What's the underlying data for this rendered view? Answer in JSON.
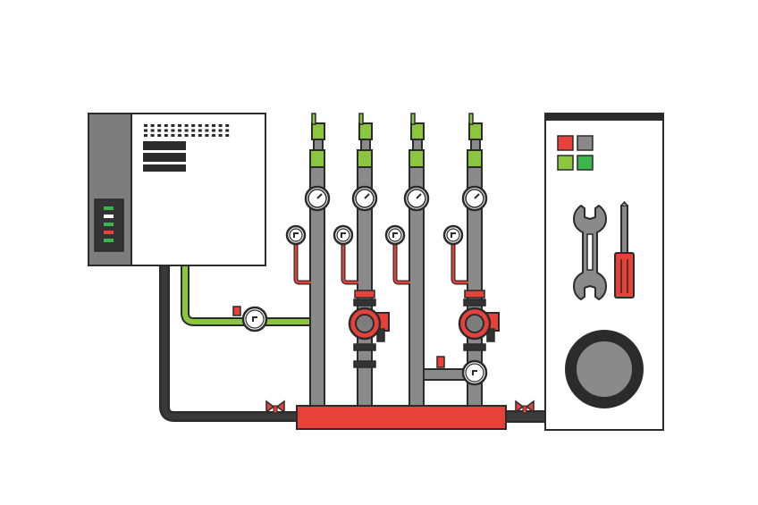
{
  "colors": {
    "outline": "#2b2b2b",
    "pipe_gray": "#8a8a8a",
    "cabinet_side": "#7d7d7d",
    "panel_bg": "#ffffff",
    "green_pipe": "#8cc63f",
    "red_accent": "#e8413a",
    "dark_pipe": "#333333",
    "led_green": "#3cb54a",
    "led_red": "#e8413a",
    "button_gray": "#8a8a8a"
  },
  "components": {
    "control_unit": {
      "icon": "control-box-icon"
    },
    "pipes": {
      "count": 4,
      "icon": "vertical-pipe-icon"
    },
    "pumps": {
      "count": 2,
      "icon": "circulation-pump-icon"
    },
    "gauges": {
      "count": 10,
      "icon": "pressure-gauge-icon"
    },
    "manifold": {
      "icon": "manifold-icon"
    },
    "service_cabinet": {
      "icon": "service-cabinet-icon"
    },
    "tools": [
      "wrench-icon",
      "screwdriver-icon"
    ],
    "dial": {
      "icon": "rotary-dial-icon"
    }
  }
}
